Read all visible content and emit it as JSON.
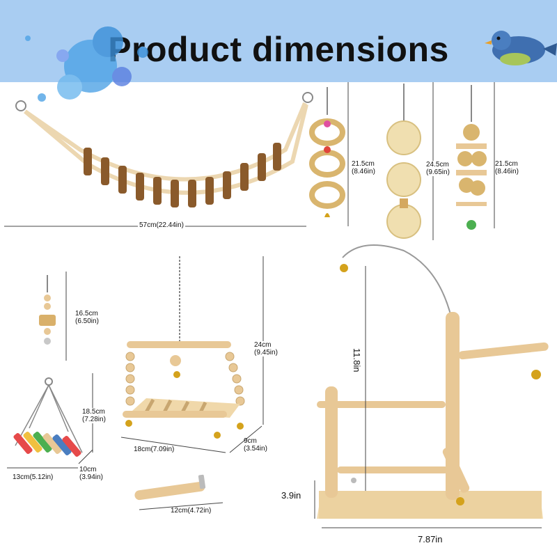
{
  "header": {
    "title": "Product dimensions"
  },
  "dimensions": {
    "ladder_bridge": {
      "primary": "57cm(22.44in)"
    },
    "chew_toy_left": {
      "primary": "21.5cm",
      "secondary": "(8.46in)"
    },
    "loofah_toy": {
      "primary": "24.5cm",
      "secondary": "(9.65in)"
    },
    "rattan_toy": {
      "primary": "21.5cm",
      "secondary": "(8.46in)"
    },
    "small_bead_toy": {
      "primary": "16.5cm",
      "secondary": "(6.50in)"
    },
    "swing_height": {
      "primary": "18.5cm",
      "secondary": "(7.28in)"
    },
    "swing_depth": {
      "primary": "10cm",
      "secondary": "(3.94in)"
    },
    "swing_width": {
      "primary": "13cm(5.12in)"
    },
    "arch_bridge_height": {
      "primary": "24cm",
      "secondary": "(9.45in)"
    },
    "arch_bridge_width": {
      "primary": "18cm(7.09in)"
    },
    "arch_bridge_depth": {
      "primary": "9cm",
      "secondary": "(3.54in)"
    },
    "perch_stick": {
      "primary": "12cm(4.72in)"
    },
    "playstand_height": {
      "primary": "11.8in"
    },
    "playstand_base_height": {
      "primary": "3.9in"
    },
    "playstand_width": {
      "primary": "7.87in"
    }
  },
  "colors": {
    "banner": "#a9cdf2",
    "wood": "#e8c896",
    "dark_wood": "#8a5a2b",
    "bell": "#d4a21c"
  }
}
